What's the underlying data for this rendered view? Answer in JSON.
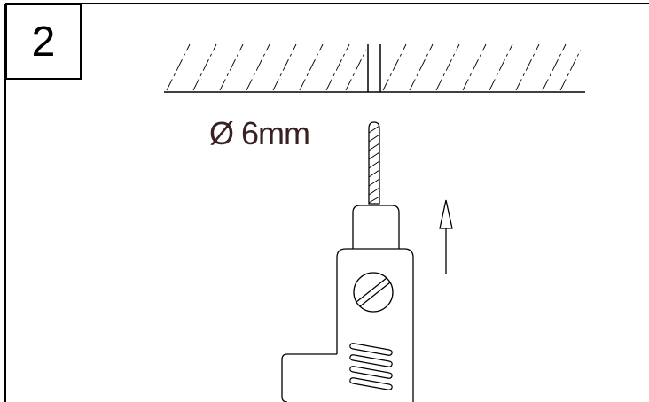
{
  "step": {
    "number": "2"
  },
  "drill": {
    "diameter_label": "Ø 6mm"
  },
  "icons": {
    "arrow": "arrow-up-icon",
    "screw": "screw-head-icon",
    "ceiling": "ceiling-hatch",
    "drill_bit": "drill-bit-icon"
  },
  "colors": {
    "line": "#000000",
    "label_text": "#3a2020"
  }
}
